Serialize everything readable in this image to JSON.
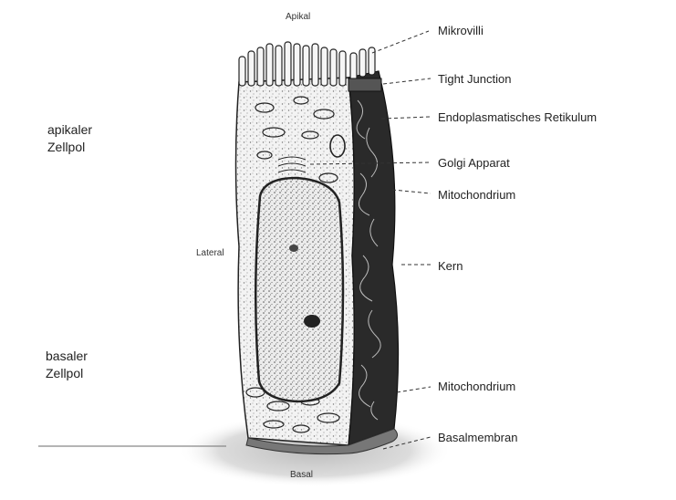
{
  "labels": {
    "apikal": "Apikal",
    "lateral": "Lateral",
    "basal": "Basal",
    "apical_pole_line1": "apikaler",
    "apical_pole_line2": "Zellpol",
    "basal_pole_line1": "basaler",
    "basal_pole_line2": "Zellpol",
    "mikrovilli": "Mikrovilli",
    "tight_junction": "Tight Junction",
    "er": "Endoplasmatisches Retikulum",
    "golgi": "Golgi Apparat",
    "mitochondrium_1": "Mitochondrium",
    "kern": "Kern",
    "mitochondrium_2": "Mitochondrium",
    "basalmembran": "Basalmembran"
  }
}
